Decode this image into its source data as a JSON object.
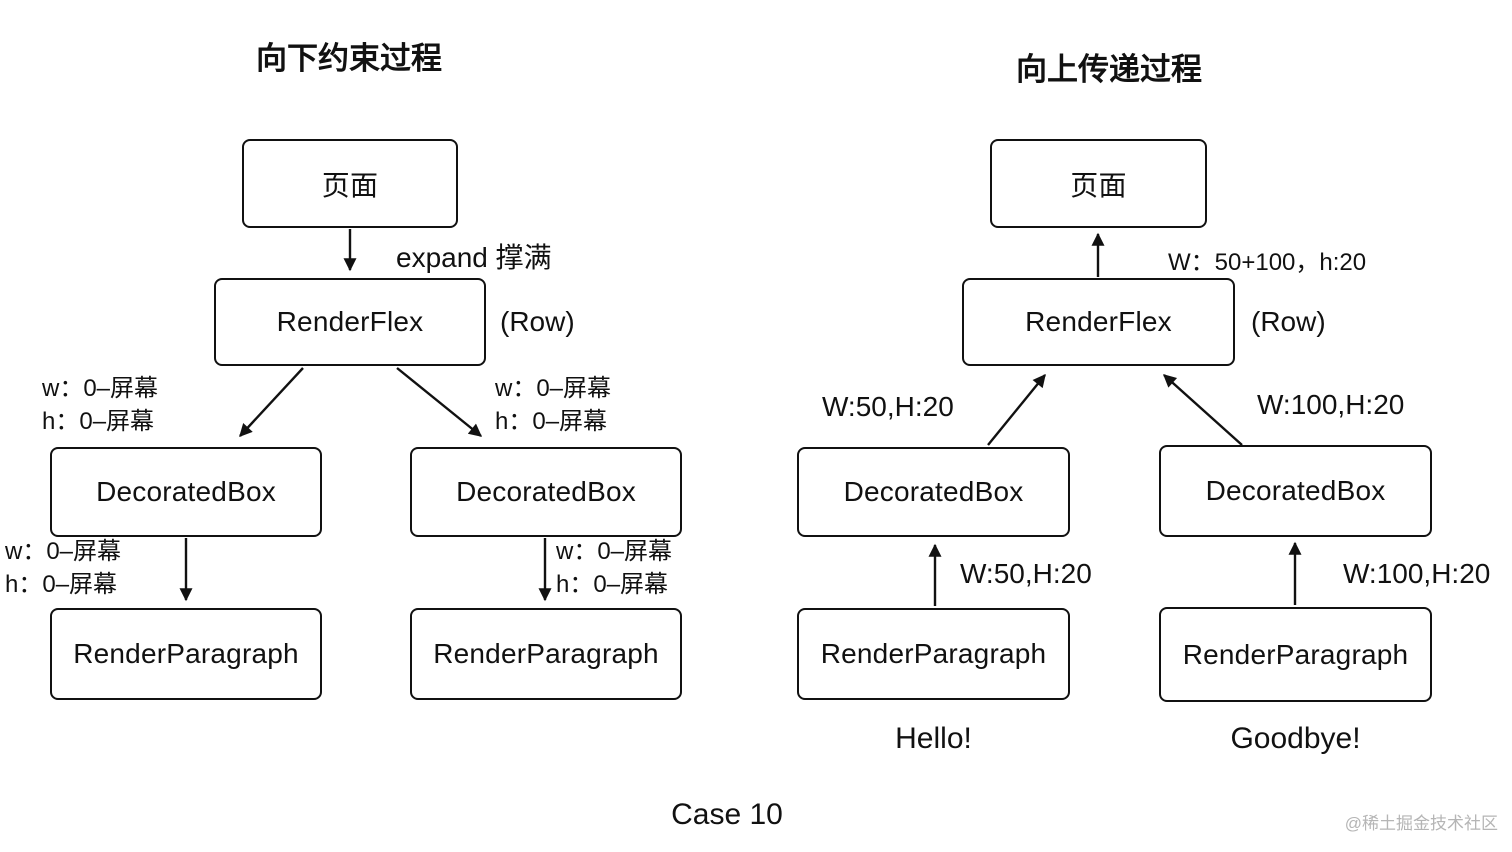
{
  "diagram": {
    "left": {
      "title": "向下约束过程",
      "page": "页面",
      "flex": "RenderFlex",
      "row": "(Row)",
      "expand": "expand 撑满",
      "decorated1": "DecoratedBox",
      "decorated2": "DecoratedBox",
      "paragraph1": "RenderParagraph",
      "paragraph2": "RenderParagraph",
      "constraint_w": "w：0–屏幕",
      "constraint_h": "h：0–屏幕"
    },
    "right": {
      "title": "向上传递过程",
      "page": "页面",
      "flex": "RenderFlex",
      "row": "(Row)",
      "to_page_size": "W：50+100，h:20",
      "decorated1": "DecoratedBox",
      "decorated2": "DecoratedBox",
      "paragraph1": "RenderParagraph",
      "paragraph2": "RenderParagraph",
      "size_left": "W:50,H:20",
      "size_right": "W:100,H:20",
      "text1": "Hello!",
      "text2": "Goodbye!"
    },
    "caption": "Case 10",
    "watermark": "@稀土掘金技术社区"
  },
  "colors": {
    "line": "#111111",
    "watermark": "#b5b5b5",
    "background": "#ffffff"
  }
}
